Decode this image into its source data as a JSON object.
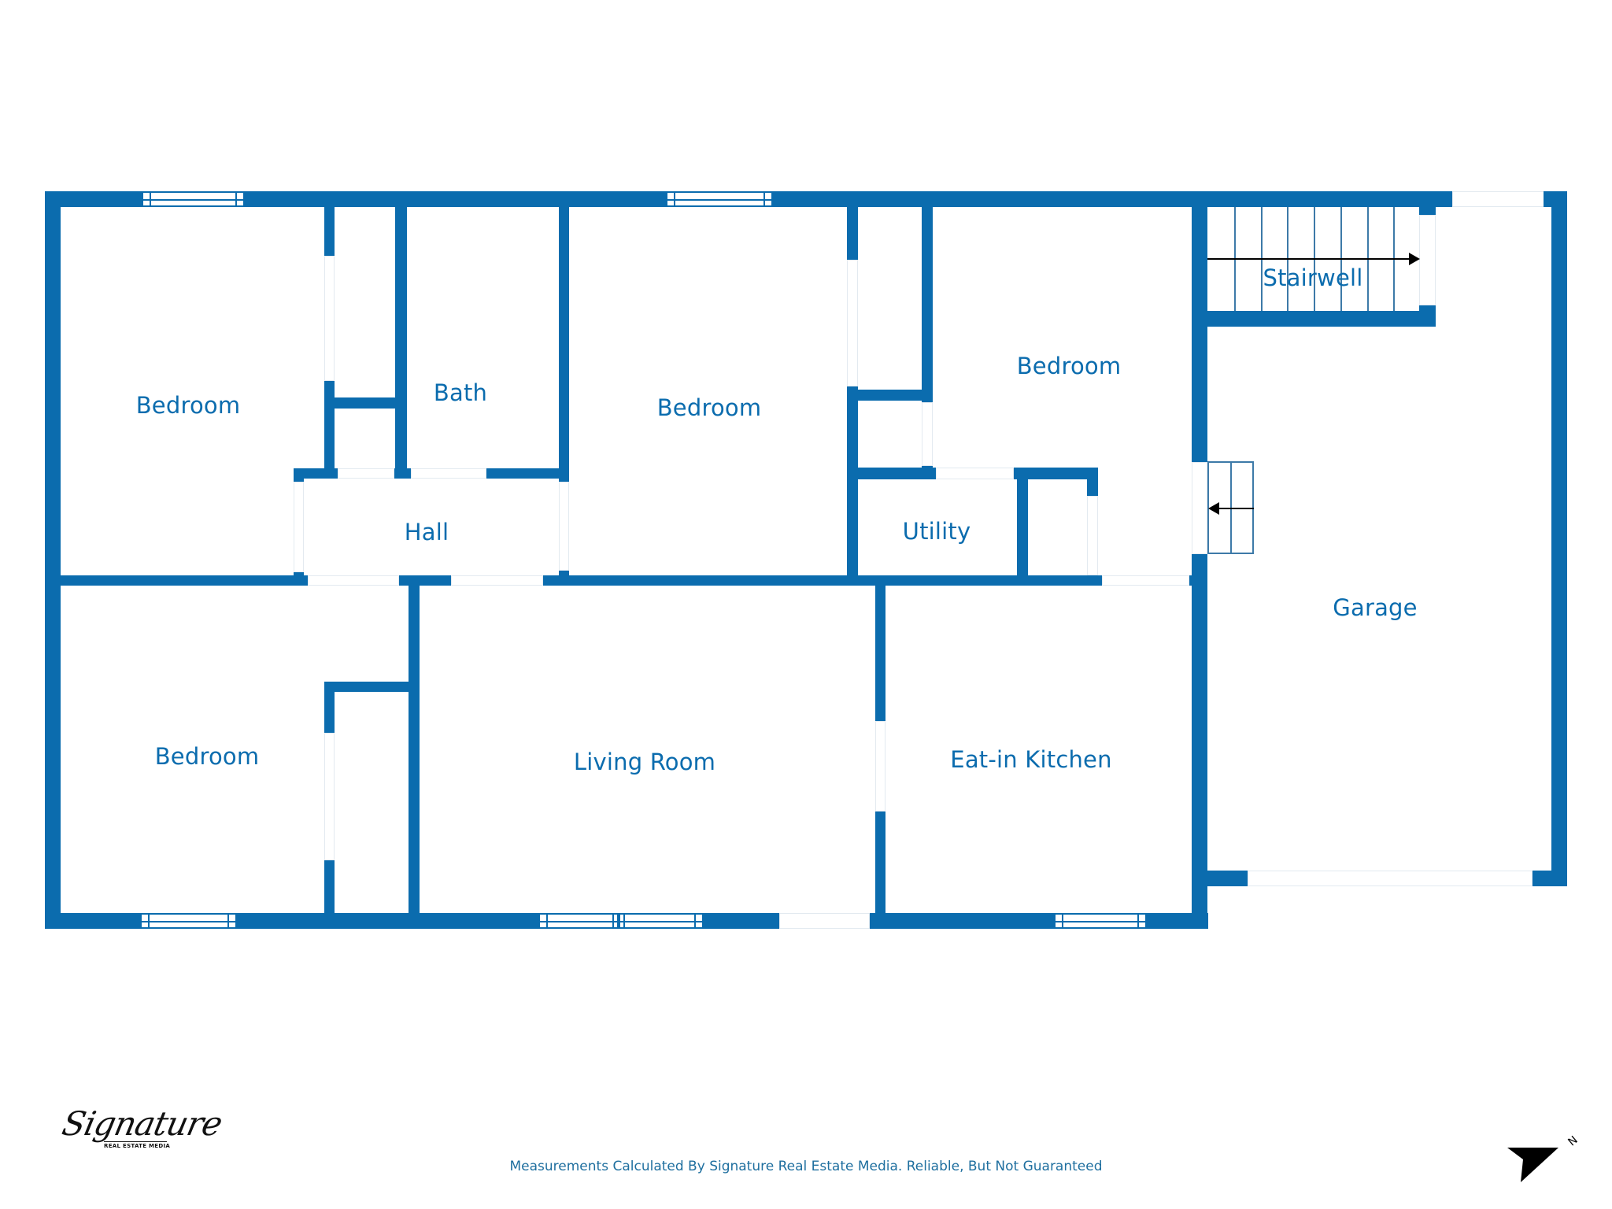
{
  "floorplan": {
    "wall_color": "#0b6cae",
    "rooms": [
      {
        "id": "bedroom-1",
        "label": "Bedroom"
      },
      {
        "id": "bath",
        "label": "Bath"
      },
      {
        "id": "bedroom-2",
        "label": "Bedroom"
      },
      {
        "id": "bedroom-3",
        "label": "Bedroom"
      },
      {
        "id": "stairwell",
        "label": "Stairwell"
      },
      {
        "id": "hall",
        "label": "Hall"
      },
      {
        "id": "utility",
        "label": "Utility"
      },
      {
        "id": "garage",
        "label": "Garage"
      },
      {
        "id": "bedroom-4",
        "label": "Bedroom"
      },
      {
        "id": "living-room",
        "label": "Living Room"
      },
      {
        "id": "eat-in-kitchen",
        "label": "Eat-in Kitchen"
      }
    ]
  },
  "logo": {
    "script": "Signature",
    "subtitle": "REAL ESTATE MEDIA"
  },
  "compass": {
    "letter": "N",
    "icon": "north-arrow-icon"
  },
  "footer": {
    "disclaimer": "Measurements Calculated By Signature Real Estate Media. Reliable, But Not Guaranteed"
  }
}
